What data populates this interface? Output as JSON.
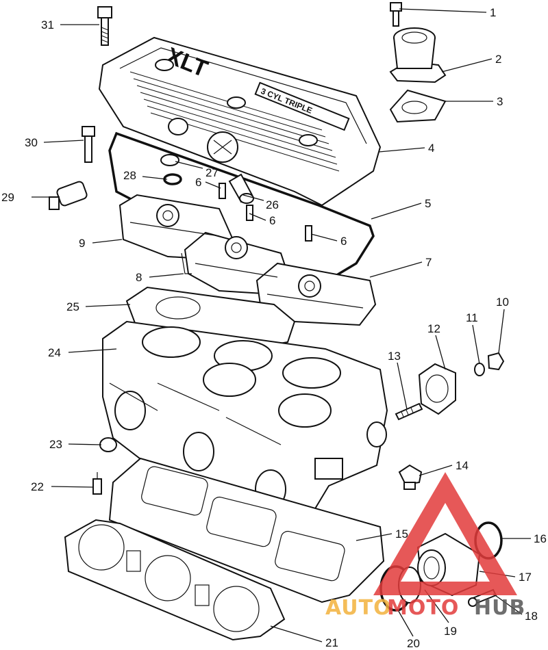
{
  "diagram": {
    "cover_engraving": "XLT",
    "cover_plate_text": "3 CYL TRIPLE",
    "callouts": [
      "1",
      "2",
      "3",
      "4",
      "5",
      "6",
      "6",
      "6",
      "7",
      "8",
      "9",
      "10",
      "11",
      "12",
      "13",
      "14",
      "15",
      "16",
      "17",
      "18",
      "19",
      "20",
      "21",
      "22",
      "23",
      "24",
      "25",
      "26",
      "27",
      "28",
      "29",
      "30",
      "31"
    ]
  },
  "watermark": {
    "text_left": "AUTO",
    "text_mid": "MOTO",
    "text_right": "HUB",
    "colors": {
      "auto": "#f3b23d",
      "moto": "#e23b3b",
      "hub": "#555555",
      "triangle": "#e23b3b"
    }
  }
}
